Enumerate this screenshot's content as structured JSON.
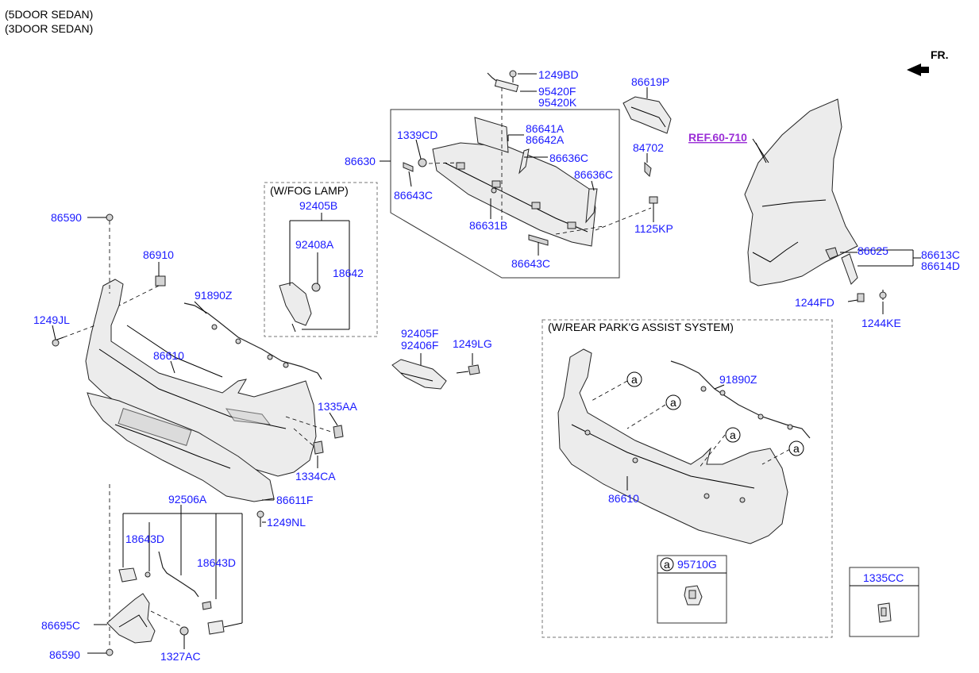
{
  "header": {
    "line1": "(5DOOR SEDAN)",
    "line2": "(3DOOR SEDAN)"
  },
  "front_indicator": "FR.",
  "reference": "REF.60-710",
  "groups": {
    "fog_lamp": "(W/FOG LAMP)",
    "park_assist": "(W/REAR PARK'G ASSIST SYSTEM)"
  },
  "callout_letter": "a",
  "parts": {
    "p86590_top": "86590",
    "p86910": "86910",
    "p1249JL": "1249JL",
    "p91890Z_left": "91890Z",
    "p86610_left": "86610",
    "p92405B": "92405B",
    "p92408A": "92408A",
    "p18642": "18642",
    "p1249BD": "1249BD",
    "p95420F": "95420F",
    "p95420K": "95420K",
    "p1339CD": "1339CD",
    "p86641A": "86641A",
    "p86642A": "86642A",
    "p86630": "86630",
    "p86636C_1": "86636C",
    "p86636C_2": "86636C",
    "p86643C_1": "86643C",
    "p86643C_2": "86643C",
    "p86631B": "86631B",
    "p86619P": "86619P",
    "p84702": "84702",
    "p1125KP": "1125KP",
    "p86625": "86625",
    "p86613C": "86613C",
    "p86614D": "86614D",
    "p1244FD": "1244FD",
    "p1244KE": "1244KE",
    "p92405F": "92405F",
    "p92406F": "92406F",
    "p1249LG": "1249LG",
    "p1335AA": "1335AA",
    "p1334CA": "1334CA",
    "p86611F": "86611F",
    "p1249NL": "1249NL",
    "p92506A": "92506A",
    "p18643D_1": "18643D",
    "p18643D_2": "18643D",
    "p86695C": "86695C",
    "p86590_bottom": "86590",
    "p1327AC": "1327AC",
    "p91890Z_right": "91890Z",
    "p86610_right": "86610",
    "p95710G": "95710G",
    "p1335CC": "1335CC"
  }
}
